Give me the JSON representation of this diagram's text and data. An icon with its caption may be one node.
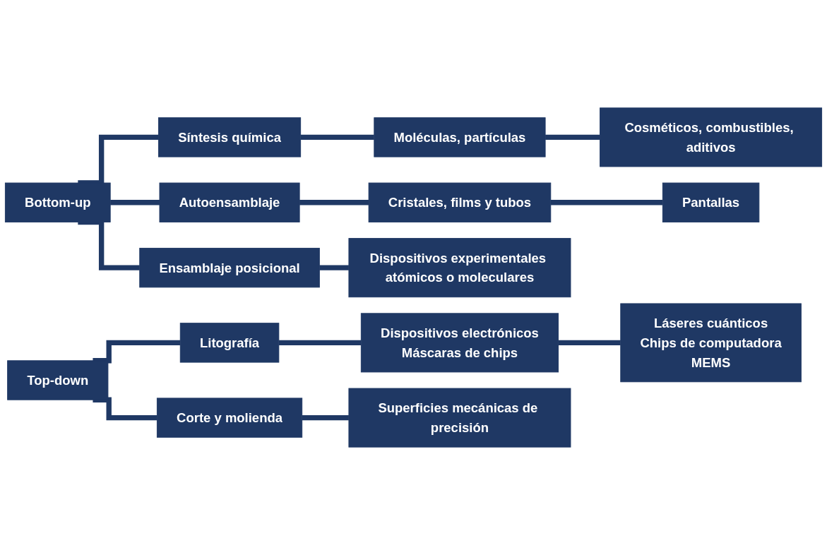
{
  "diagram": {
    "nodes": [
      {
        "text": [
          "Bottom-up"
        ]
      },
      {
        "text": [
          "Síntesis química"
        ]
      },
      {
        "text": [
          "Moléculas, partículas"
        ]
      },
      {
        "text": [
          "Cosméticos, combustibles, aditivos"
        ]
      },
      {
        "text": [
          "Autoensamblaje"
        ]
      },
      {
        "text": [
          "Cristales, films y tubos"
        ]
      },
      {
        "text": [
          "Pantallas"
        ]
      },
      {
        "text": [
          "Ensamblaje posicional"
        ]
      },
      {
        "text": [
          "Dispositivos experimentales atómicos o moleculares"
        ]
      },
      {
        "text": [
          "Top-down"
        ]
      },
      {
        "text": [
          "Litografía"
        ]
      },
      {
        "text": [
          "Dispositivos electrónicos",
          "Máscaras de chips"
        ]
      },
      {
        "text": [
          "Láseres cuánticos",
          "Chips de computadora",
          "MEMS"
        ]
      },
      {
        "text": [
          "Corte y molienda"
        ]
      },
      {
        "text": [
          "Superficies mecánicas de precisión"
        ]
      }
    ],
    "edges": [
      {
        "from": 0,
        "to": 1,
        "arrow": "none"
      },
      {
        "from": 1,
        "to": 2,
        "arrow": "none"
      },
      {
        "from": 2,
        "to": 3,
        "arrow": "none"
      },
      {
        "from": 0,
        "to": 4,
        "arrow": "none"
      },
      {
        "from": 4,
        "to": 5,
        "arrow": "none"
      },
      {
        "from": 5,
        "to": 6,
        "arrow": "none"
      },
      {
        "from": 0,
        "to": 7,
        "arrow": "none"
      },
      {
        "from": 7,
        "to": 8,
        "arrow": "none"
      },
      {
        "from": 9,
        "to": 10,
        "arrow": "none"
      },
      {
        "from": 10,
        "to": 11,
        "arrow": "none"
      },
      {
        "from": 11,
        "to": 12,
        "arrow": "none"
      },
      {
        "from": 9,
        "to": 13,
        "arrow": "none"
      },
      {
        "from": 13,
        "to": 14,
        "arrow": "none"
      }
    ]
  }
}
